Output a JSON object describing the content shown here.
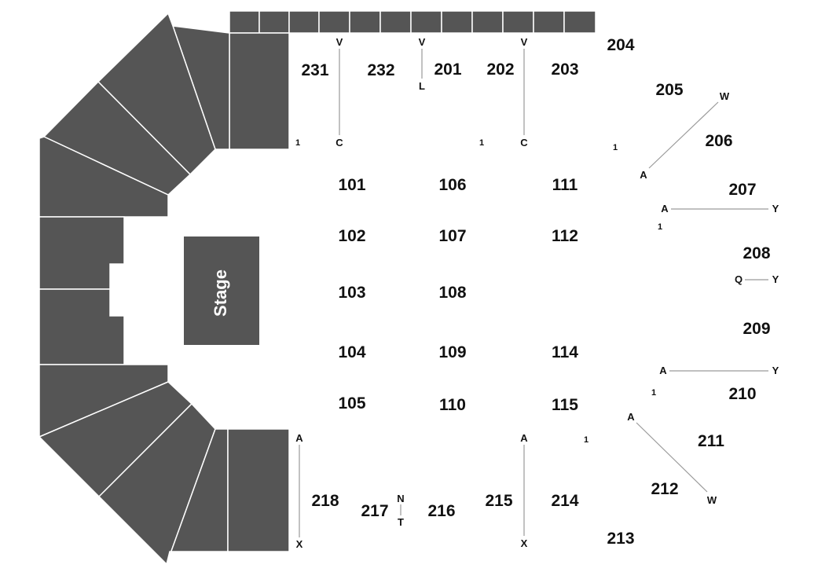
{
  "stage": {
    "label": "Stage"
  },
  "sections": {
    "s204": "204",
    "s205": "205",
    "s206": "206",
    "s207": "207",
    "s208": "208",
    "s209": "209",
    "s210": "210",
    "s211": "211",
    "s212": "212",
    "s213": "213",
    "s214": "214",
    "s215": "215",
    "s216": "216",
    "s217": "217",
    "s218": "218",
    "s231": "231",
    "s232": "232",
    "s201": "201",
    "s202": "202",
    "s203": "203",
    "s101": "101",
    "s102": "102",
    "s103": "103",
    "s104": "104",
    "s105": "105",
    "s106": "106",
    "s107": "107",
    "s108": "108",
    "s109": "109",
    "s110": "110",
    "s111": "111",
    "s112": "112",
    "s114": "114",
    "s115": "115"
  },
  "rows": {
    "r231_top": "V",
    "r231_bot": "C",
    "r201_top": "V",
    "r201_bot": "L",
    "r202_top": "V",
    "r202_bot": "C",
    "r206_top": "W",
    "r206_bot": "A",
    "r207_left": "A",
    "r207_right": "Y",
    "r208_left": "Q",
    "r208_right": "Y",
    "r210_left": "A",
    "r210_right": "Y",
    "r212_top": "A",
    "r212_bot": "W",
    "r215_top": "A",
    "r215_bot": "X",
    "r217_top": "N",
    "r217_bot": "T",
    "r218_top": "A",
    "r218_bot": "X",
    "seat_231": "1",
    "seat_202": "1",
    "seat_205": "1",
    "seat_207": "1",
    "seat_210": "1",
    "seat_214": "1"
  }
}
